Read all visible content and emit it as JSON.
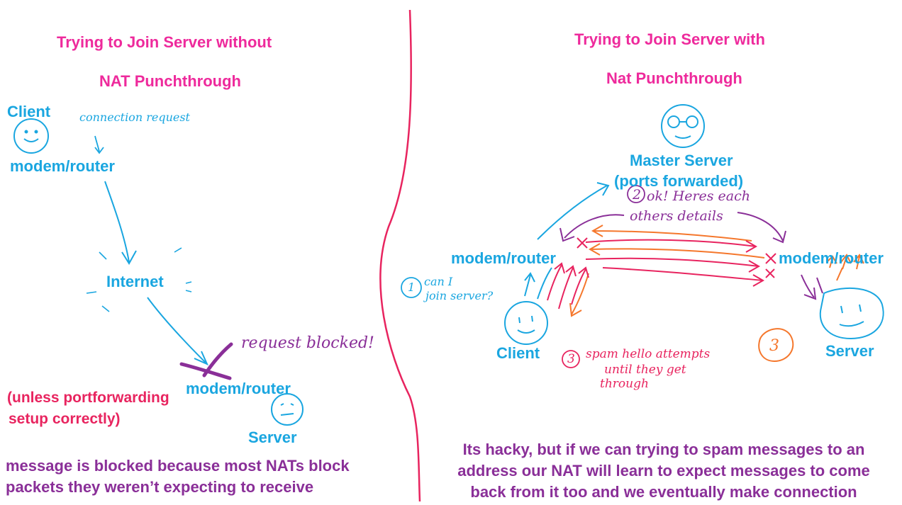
{
  "left": {
    "title_line1": "Trying to Join Server without",
    "title_line2": "NAT Punchthrough",
    "client_label": "Client",
    "client_router": "modem/router",
    "connection_note": "connection request",
    "internet_label": "Internet",
    "blocked_note": "request blocked!",
    "server_router": "modem/router",
    "server_label": "Server",
    "unless_line1": "(unless portforwarding",
    "unless_line2": "setup correctly)",
    "caption_line1": "message is blocked because most NATs block",
    "caption_line2": "packets they weren’t expecting to receive"
  },
  "right": {
    "title_line1": "Trying to Join Server with",
    "title_line2": "Nat Punchthrough",
    "master_label_line1": "Master Server",
    "master_label_line2": "(ports forwarded)",
    "step2_number": "2",
    "step2_line1": "ok! Heres each",
    "step2_line2": "others details",
    "client_router": "modem/router",
    "server_router": "modem/router",
    "step1_number": "1",
    "step1_line1": "can I",
    "step1_line2": "join server?",
    "client_label": "Client",
    "server_label": "Server",
    "step3_number": "3",
    "step3_line1": "spam hello attempts",
    "step3_line2": "until they get",
    "step3_line3": "through",
    "step3_badge": "3",
    "caption_line1": "Its hacky, but if we can trying to spam messages to an",
    "caption_line2": "address our NAT will learn to expect messages to come",
    "caption_line3": "back from it too and we eventually make connection"
  },
  "colors": {
    "pink": "#ee2a9c",
    "blue": "#1aa6e0",
    "red": "#e8245f",
    "purple": "#8a2f98",
    "orange": "#f5772c"
  }
}
